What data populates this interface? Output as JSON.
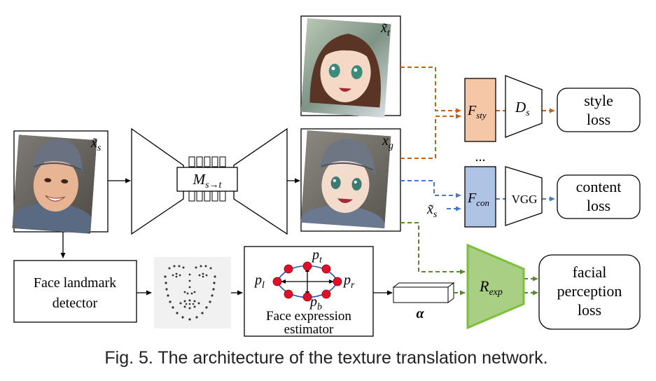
{
  "inputs": {
    "source_label": "x̃",
    "source_sub": "s",
    "target_label": "x̃",
    "target_sub": "t",
    "generated_label": "x",
    "generated_sub": "g",
    "content_input_label": "x̃",
    "content_input_sub": "s"
  },
  "network": {
    "mapping_label": "M",
    "mapping_sub": "s→t"
  },
  "modules": {
    "f_sty_label": "F",
    "f_sty_sub": "sty",
    "d_s_label": "D",
    "d_s_sub": "s",
    "ellipsis": "...",
    "f_con_label": "F",
    "f_con_sub": "con",
    "vgg_label": "VGG",
    "r_exp_label": "R",
    "r_exp_sub": "exp"
  },
  "losses": {
    "style_line1": "style",
    "style_line2": "loss",
    "content_line1": "content",
    "content_line2": "loss",
    "facial_line1": "facial",
    "facial_line2": "perception",
    "facial_line3": "loss"
  },
  "pipeline": {
    "landmark_line1": "Face landmark",
    "landmark_line2": "detector",
    "estimator_line1": "Face expression",
    "estimator_line2": "estimator",
    "p_t": "p",
    "p_t_sub": "t",
    "p_l": "p",
    "p_l_sub": "l",
    "p_r": "p",
    "p_r_sub": "r",
    "p_b": "p",
    "p_b_sub": "b",
    "alpha_label": "α"
  },
  "caption": "Fig. 5.  The architecture of the texture translation network.",
  "colors": {
    "style_path": "#c8611a",
    "content_path": "#4a78c4",
    "perception_path": "#5a8a2a",
    "f_sty_fill": "#f6c7a6",
    "f_con_fill": "#afc3e4",
    "r_exp_fill": "#a9cf84",
    "r_exp_stroke": "#7cbf3c",
    "landmark_dot": "#e0102a",
    "ellipse": "#2a4fb0"
  },
  "icons": [
    "source-face-photo-icon",
    "target-anime-face-icon",
    "generated-anime-face-icon",
    "landmark-points-icon"
  ]
}
